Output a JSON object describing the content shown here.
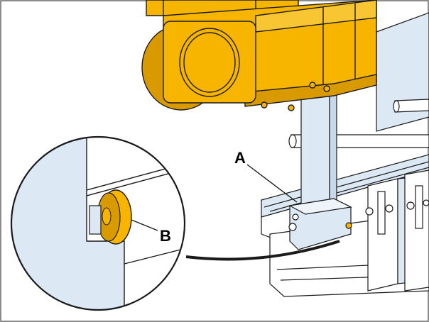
{
  "labels": {
    "a": "A",
    "b": "B"
  },
  "colors": {
    "housing_yellow": "#F7B500",
    "housing_dark": "#D99A00",
    "steel_blue": "#DCE8F3",
    "outline": "#1A1A1A",
    "frame": "#666666"
  },
  "icons": {
    "detail_view": "magnifier-circle",
    "leader": "leader-line"
  }
}
